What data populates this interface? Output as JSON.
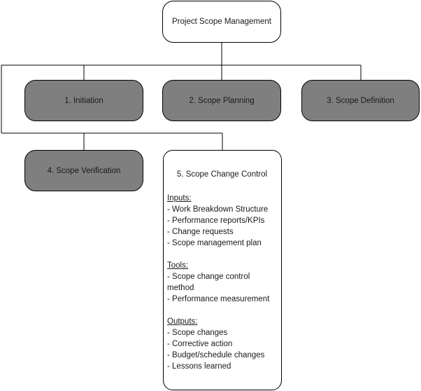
{
  "root": {
    "label": "Project Scope Management"
  },
  "phases": [
    {
      "label": "1. Initiation"
    },
    {
      "label": "2. Scope Planning"
    },
    {
      "label": "3. Scope Definition"
    },
    {
      "label": "4. Scope Verification"
    }
  ],
  "detail": {
    "title": "5. Scope Change Control",
    "sections": [
      {
        "heading": "Inputs:",
        "items": [
          "- Work Breakdown Structure",
          "- Performance reports/KPIs",
          "- Change requests",
          "- Scope management plan"
        ]
      },
      {
        "heading": "Tools:",
        "items": [
          "- Scope change control method",
          "- Performance measurement"
        ]
      },
      {
        "heading": "Outputs:",
        "items": [
          "- Scope changes",
          "- Corrective action",
          "- Budget/schedule changes",
          "- Lessons learned"
        ]
      }
    ]
  },
  "colors": {
    "phase_fill": "#7f7f7f",
    "box_fill": "#ffffff",
    "line": "#000000"
  }
}
